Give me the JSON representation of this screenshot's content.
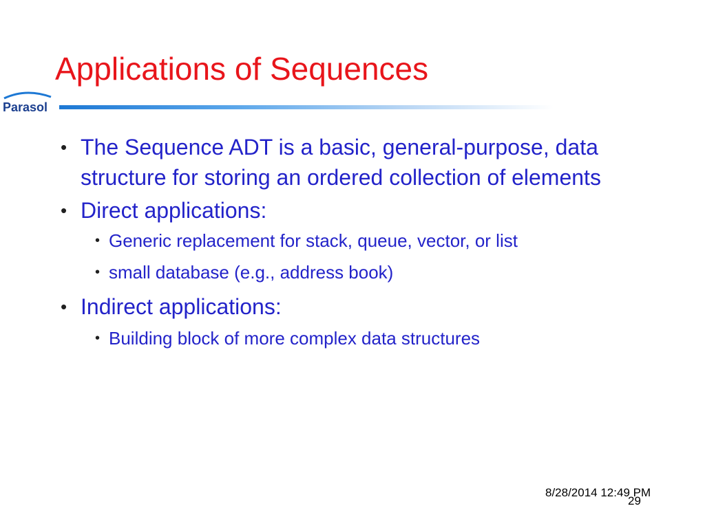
{
  "slide": {
    "title": "Applications of Sequences",
    "logo_text": "Parasol",
    "bullets": [
      {
        "text": "The Sequence ADT is a basic, general-purpose, data structure for storing an ordered collection of elements",
        "sub": []
      },
      {
        "text": "Direct applications:",
        "sub": [
          "Generic replacement for stack, queue, vector, or list",
          "small database (e.g., address book)"
        ]
      },
      {
        "text": "Indirect applications:",
        "sub": [
          "Building block of more complex data structures"
        ]
      }
    ],
    "footer": {
      "date": "8/28/2014 12:49 PM",
      "page": "29"
    },
    "colors": {
      "title": "#e8151b",
      "body_text": "#2323c9",
      "logo_blue": "#1b3f8f",
      "rule_start": "#1d78d4"
    }
  }
}
